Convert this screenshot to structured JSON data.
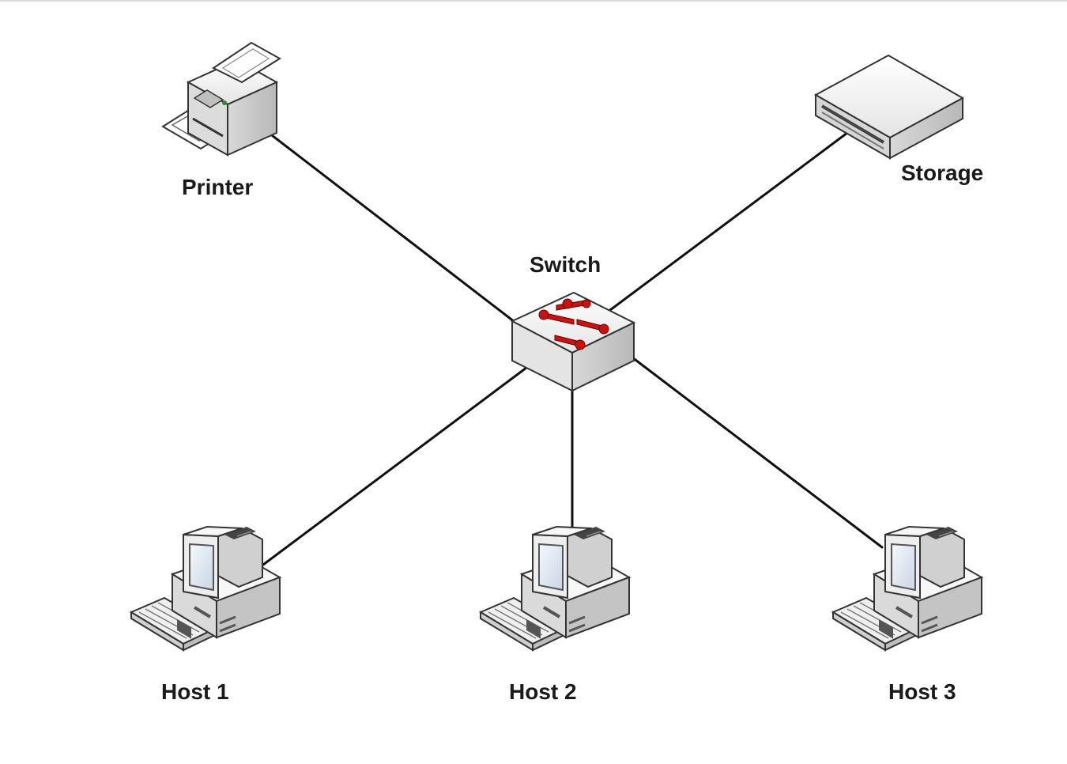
{
  "diagram": {
    "nodes": {
      "printer": {
        "label": "Printer",
        "icon": "printer-icon"
      },
      "storage": {
        "label": "Storage",
        "icon": "storage-icon"
      },
      "switch": {
        "label": "Switch",
        "icon": "network-switch-icon"
      },
      "host1": {
        "label": "Host 1",
        "icon": "desktop-computer-icon"
      },
      "host2": {
        "label": "Host 2",
        "icon": "desktop-computer-icon"
      },
      "host3": {
        "label": "Host 3",
        "icon": "desktop-computer-icon"
      }
    },
    "links": [
      {
        "from": "switch",
        "to": "printer"
      },
      {
        "from": "switch",
        "to": "storage"
      },
      {
        "from": "switch",
        "to": "host1"
      },
      {
        "from": "switch",
        "to": "host2"
      },
      {
        "from": "switch",
        "to": "host3"
      }
    ],
    "colors": {
      "line": "#111111",
      "device_fill": "#f2f2f2",
      "device_stroke": "#333333",
      "switch_arrows": "#cc1111",
      "screen": "#dce6f0"
    }
  }
}
